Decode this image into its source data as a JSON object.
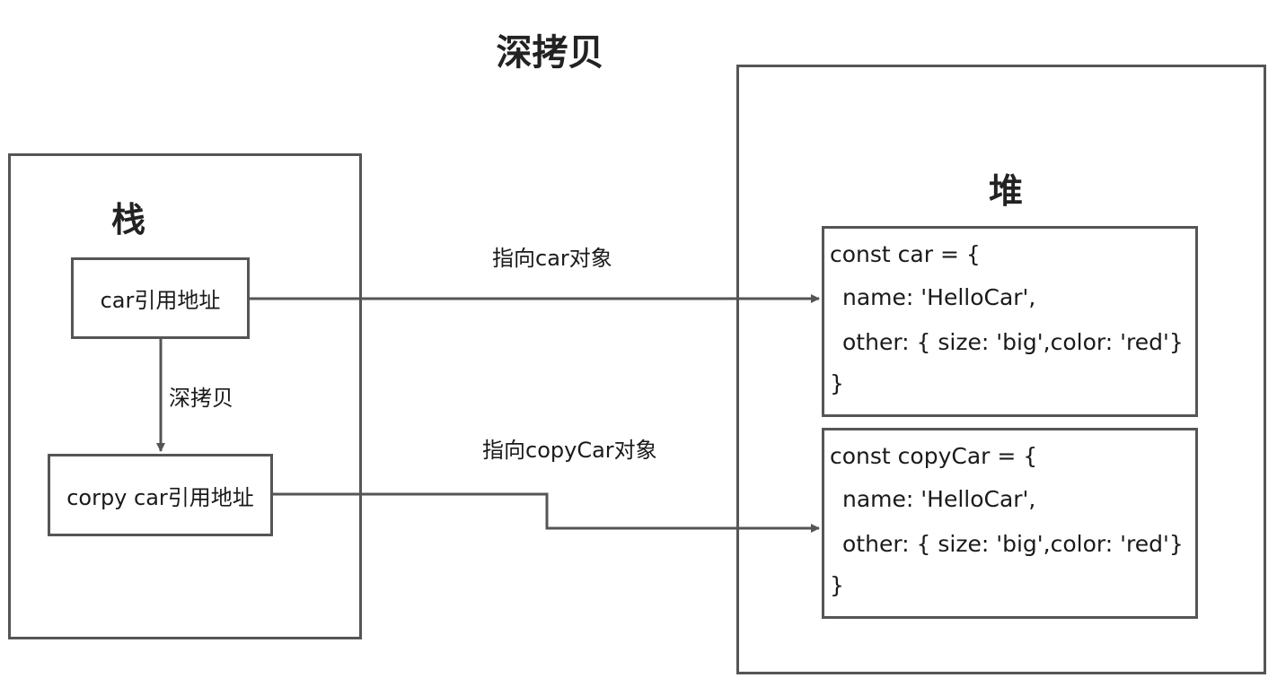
{
  "title": "深拷贝",
  "stack": {
    "title": "栈",
    "car_ref": "car引用地址",
    "copy_ref": "corpy car引用地址",
    "edge_label": "深拷贝"
  },
  "heap": {
    "title": "堆",
    "car_object": {
      "lines": [
        "const car = {",
        "name: 'HelloCar',",
        "other: {  size: 'big',color: 'red'}",
        "}"
      ]
    },
    "copy_object": {
      "lines": [
        "const copyCar = {",
        "name: 'HelloCar',",
        "other: {  size: 'big',color: 'red'}",
        "}"
      ]
    }
  },
  "edges": {
    "car_label": "指向car对象",
    "copy_label": "指向copyCar对象"
  },
  "colors": {
    "stroke": "#555555",
    "text": "#1a1a1a"
  }
}
